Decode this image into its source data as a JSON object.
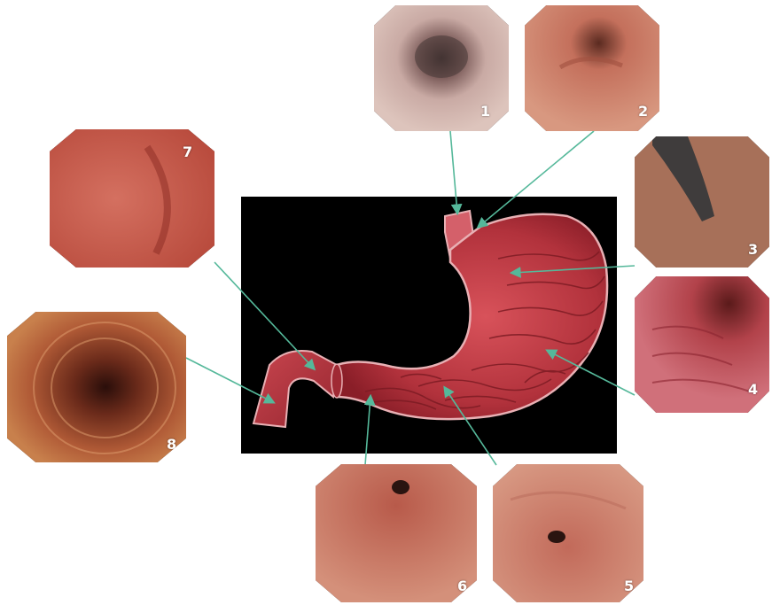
{
  "panels": [
    {
      "id": "p1",
      "label": "1"
    },
    {
      "id": "p2",
      "label": "2"
    },
    {
      "id": "p3",
      "label": "3"
    },
    {
      "id": "p4",
      "label": "4"
    },
    {
      "id": "p5",
      "label": "5"
    },
    {
      "id": "p6",
      "label": "6"
    },
    {
      "id": "p7",
      "label": "7"
    },
    {
      "id": "p8",
      "label": "8"
    }
  ],
  "colors": {
    "connector": "#55b89a",
    "background": "#ffffff",
    "stomach_bg": "#000000"
  }
}
